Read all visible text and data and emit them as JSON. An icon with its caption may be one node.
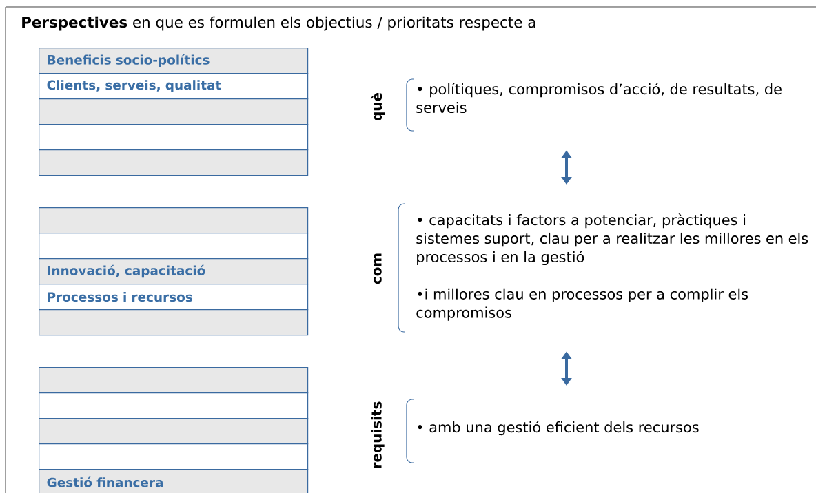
{
  "diagram": {
    "title": "**Perspectives** en que es formulen els objectius / prioritats respecte a",
    "nodes": [
      {
        "text": [
          "Beneficis socio-polítics"
        ]
      },
      {
        "text": [
          "Clients, serveis, qualitat"
        ]
      },
      {
        "text": [],
        "shape": "box"
      },
      {
        "text": [],
        "shape": "box"
      },
      {
        "text": [],
        "shape": "box"
      },
      {
        "text": [],
        "shape": "box"
      },
      {
        "text": [],
        "shape": "box"
      },
      {
        "text": [
          "Innovació, capacitació"
        ]
      },
      {
        "text": [
          "Processos i recursos"
        ]
      },
      {
        "text": [],
        "shape": "box"
      },
      {
        "text": [],
        "shape": "box"
      },
      {
        "text": [],
        "shape": "box"
      },
      {
        "text": [],
        "shape": "box"
      },
      {
        "text": [],
        "shape": "box"
      },
      {
        "text": [
          "Gestió financera"
        ]
      },
      {
        "text": [
          "què",
          "• polítiques, compromisos d’acció, de resultats, de serveis"
        ]
      },
      {
        "text": [
          "com",
          "• capacitats i factors a potenciar, pràctiques i sistemes suport, clau per a realitzar les millores en els processos i en la gestió",
          "•i millores clau en processos per a complir els compromisos"
        ]
      },
      {
        "text": [
          "requisits",
          "• amb una gestió eficient dels recursos"
        ]
      }
    ],
    "edges": [
      {
        "from": 15,
        "to": 16,
        "arrow": "both"
      },
      {
        "from": 16,
        "to": 17,
        "arrow": "both"
      }
    ]
  }
}
